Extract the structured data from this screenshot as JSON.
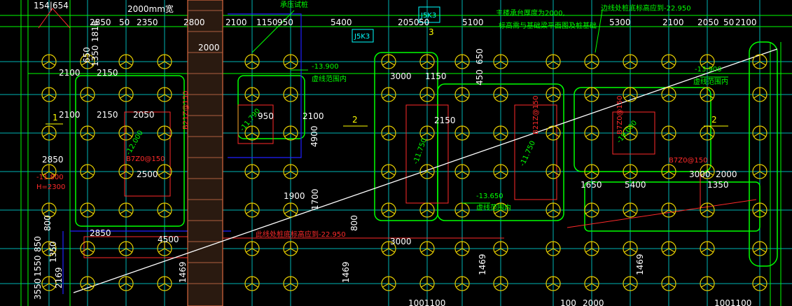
{
  "drawing": {
    "top_title": "2000mm宽",
    "top_left_dim": "154|654",
    "label_pressure_test": "承压试桩",
    "note_main_building_1": "主楼承台厚度为2000,",
    "note_main_building_2": "标高需与基础梁平面图及桩基础",
    "note_edge_pile": "边线处桩底标高应到-22.950",
    "note_edge_pile_red": "此线处桩底标高应到-22.950",
    "box_label_1": "J5K3",
    "box_label_2": "J5K3",
    "mark_2a": "2",
    "mark_2b": "2",
    "mark_1": "1",
    "mark_3": "3"
  },
  "dimensions": {
    "top_row": [
      "2850",
      "50",
      "2350",
      "2800",
      "2100",
      "1150",
      "950",
      "5400",
      "2050",
      "50",
      "5100",
      "5300",
      "2100",
      "2050",
      "50",
      "2100"
    ],
    "left_col": [
      "1816",
      "1350",
      "650",
      "2100",
      "2150",
      "2100",
      "2150",
      "2050",
      "2850",
      "2500",
      "1900",
      "2850",
      "4500",
      "1350",
      "800",
      "850",
      "1550",
      "3550",
      "2169"
    ],
    "misc": [
      "2000",
      "950",
      "2100",
      "4900",
      "1700",
      "1150",
      "3000",
      "450",
      "650",
      "2150",
      "1650",
      "5400",
      "1350",
      "3000",
      "2000",
      "3000",
      "800",
      "1469",
      "1469",
      "1469",
      "1469",
      "2000",
      "100",
      "1001100",
      "1001100"
    ]
  },
  "elevations": {
    "e1": "-13.900",
    "e1_note": "虚线范围内",
    "e2": "-13.900",
    "e2_note": "虚线范围内",
    "e3": "-13.650",
    "e3_note": "虚线范围内",
    "e4": "-11.790",
    "e5": "-11.750",
    "e6": "-11.750",
    "e7": "-12.000",
    "e8": "-19.000",
    "left_red": "-11.800",
    "left_red_h": "H=2300"
  },
  "rebar": {
    "r1": "B7Z0@150",
    "r2": "B21Z@150",
    "r3": "B21Z@150",
    "r4": "B7Z0@150",
    "r5": "B7Z0@150"
  },
  "colors": {
    "background": "#000000",
    "pile": "#e8d000",
    "dim": "#00ff00",
    "axis": "#00c8c8",
    "cap": "#00ff00",
    "red": "#ff2a2a",
    "blue": "#2020ff",
    "white": "#ffffff"
  }
}
